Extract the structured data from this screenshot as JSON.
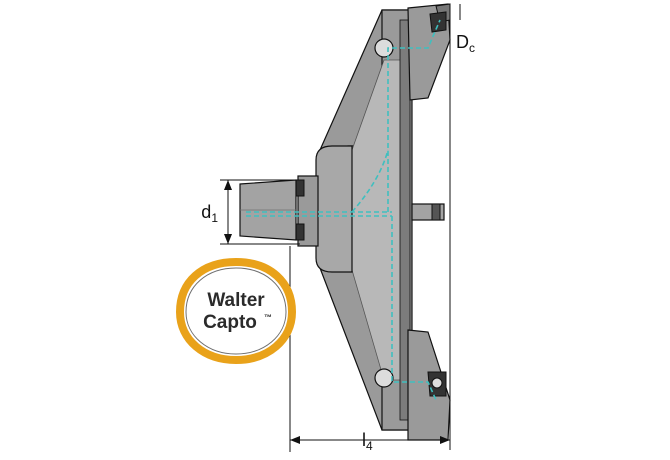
{
  "dimensions": {
    "dc": {
      "main": "D",
      "sub": "c"
    },
    "d1": {
      "main": "d",
      "sub": "1"
    },
    "l4": {
      "main": "l",
      "sub": "4"
    }
  },
  "badge": {
    "line1": "Walter",
    "line2": "Capto",
    "trademark": "™",
    "ring_color": "#e9a21a"
  },
  "colors": {
    "body": "#9a9a9a",
    "body_dark": "#6f6f6f",
    "body_light": "#c4c4c4",
    "coolant": "#3fbfbf",
    "line": "#111111"
  }
}
